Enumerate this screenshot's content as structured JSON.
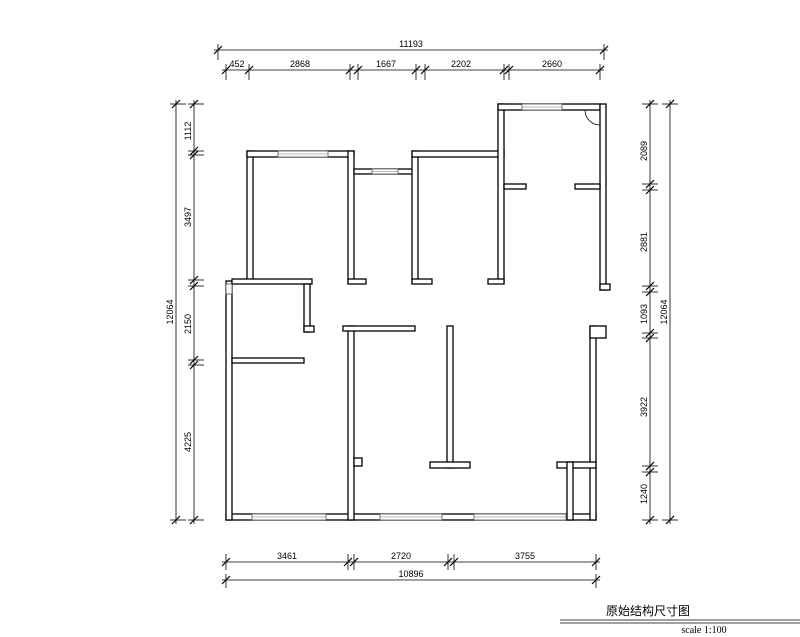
{
  "dimensions": {
    "top_total": "11193",
    "top": [
      "452",
      "2868",
      "1667",
      "2202",
      "2660"
    ],
    "bottom": [
      "3461",
      "2720",
      "3755"
    ],
    "bottom_total": "10896",
    "left": [
      "1112",
      "3497",
      "2150",
      "4225"
    ],
    "left_total": "12064",
    "right": [
      "2089",
      "2881",
      "1093",
      "3922",
      "1240"
    ],
    "right_total": "12064"
  },
  "title": "原始结构尺寸图",
  "scale": "scale 1:100"
}
